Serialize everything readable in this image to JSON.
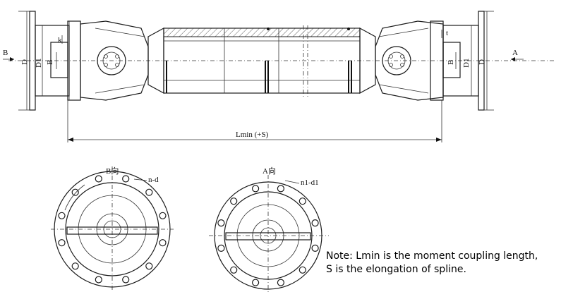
{
  "labels": {
    "view_b": "B",
    "view_a": "A",
    "D": "D",
    "D1": "D1",
    "B": "B",
    "k": "k",
    "t": "t",
    "lmin": "Lmin (+S)",
    "b_view_title": "B向",
    "a_view_title": "A向",
    "n_d": "n-d",
    "n1_d1": "n1-d1",
    "d1_small": "d1"
  },
  "note": {
    "line1": "Note: Lmin is the moment coupling length,",
    "line2": "S is the elongation of spline."
  }
}
